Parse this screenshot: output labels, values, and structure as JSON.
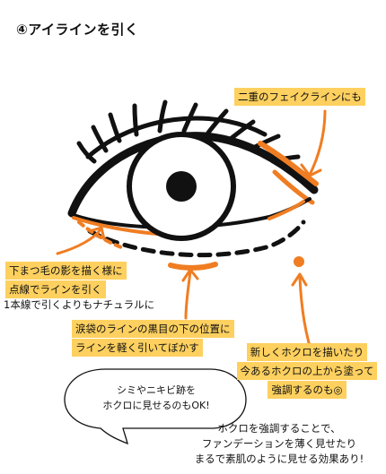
{
  "title": "④アイラインを引く",
  "annotations": {
    "fake_double": "二重のフェイクラインにも",
    "dotted_line": [
      "下まつ毛の影を描く様に",
      "点線でラインを引く"
    ],
    "natural": "1本線で引くよりもナチュラルに",
    "tear_trough": [
      "涙袋のラインの黒目の下の位置に",
      "ラインを軽く引いてぼかす"
    ],
    "mole": [
      "新しくホクロを描いたり",
      "今あるホクロの上から塗って",
      "強調するのも◎"
    ],
    "bubble": [
      "シミやニキビ跡を",
      "ホクロに見せるのもOK!"
    ],
    "effect": [
      "ホクロを強調することで、",
      "ファンデーションを薄く見せたり",
      "まるで素肌のように見せる効果あり!"
    ]
  },
  "colors": {
    "accent_orange": "#f07d22",
    "highlight_yellow": "#fdd05f",
    "ink": "#111111"
  }
}
